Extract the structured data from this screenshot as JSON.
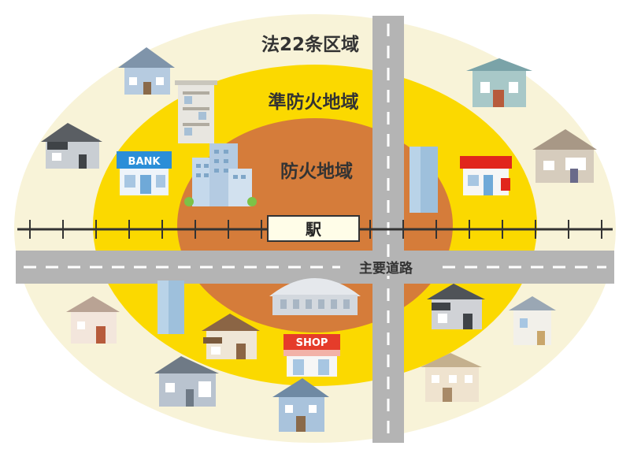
{
  "zones": {
    "outer_label": "法22条区域",
    "middle_label": "準防火地域",
    "inner_label": "防火地域"
  },
  "station": {
    "label": "駅"
  },
  "road": {
    "label": "主要道路"
  },
  "signs": {
    "bank": "BANK",
    "shop": "SHOP"
  },
  "colors": {
    "outer_zone": "#f8f3d8",
    "middle_zone": "#fbd900",
    "inner_zone": "#d57c3a",
    "road": "#b4b4b4",
    "bank_sign": "#2b8ed8",
    "shop_sign": "#e53c2a",
    "post_office": "#e1261c"
  },
  "icons": [
    "house-icon",
    "apartment-icon",
    "office-building-icon",
    "bank-icon",
    "skyscraper-icon",
    "post-office-icon",
    "dome-stadium-icon",
    "shop-icon"
  ]
}
